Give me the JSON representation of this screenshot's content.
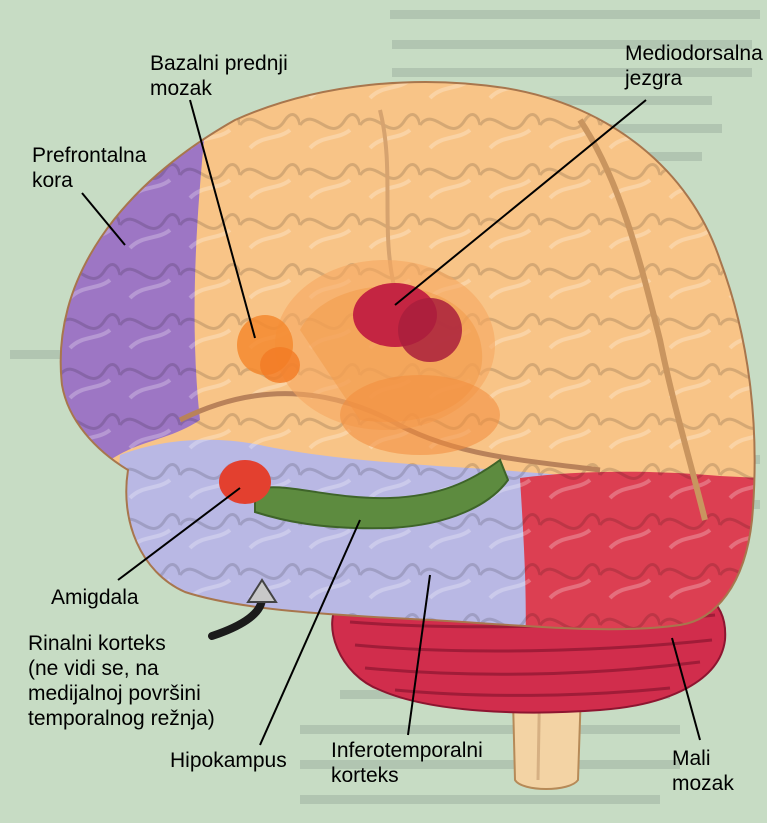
{
  "labels": {
    "bazalni": [
      "Bazalni prednji",
      "mozak"
    ],
    "mediodorsal": [
      "Mediodorsalna",
      "jezgra"
    ],
    "prefrontal": [
      "Prefrontalna",
      "kora"
    ],
    "amigdala": "Amigdala",
    "rinalni": [
      "Rinalni korteks",
      "(ne vidi se, na",
      "medijalnoj površini",
      "temporalnog režnja)"
    ],
    "hipokampus": "Hipokampus",
    "inferotemporal": [
      "Inferotemporalni",
      "korteks"
    ],
    "mali_mozak": [
      "Mali",
      "mozak"
    ]
  },
  "colors": {
    "background": "#c7dcc4",
    "frontal_parietal": "#f8c487",
    "prefrontal": "#9d76c4",
    "temporal": "#b9b8e4",
    "inferotemporal": "#dc3f52",
    "cerebellum": "#d12d4c",
    "brainstem": "#f3d3a4",
    "hippocampus": "#5d8b3f",
    "amygdala": "#e3402f",
    "mediodorsal": "#c42542",
    "basal_forebrain": "#f48a2f"
  }
}
